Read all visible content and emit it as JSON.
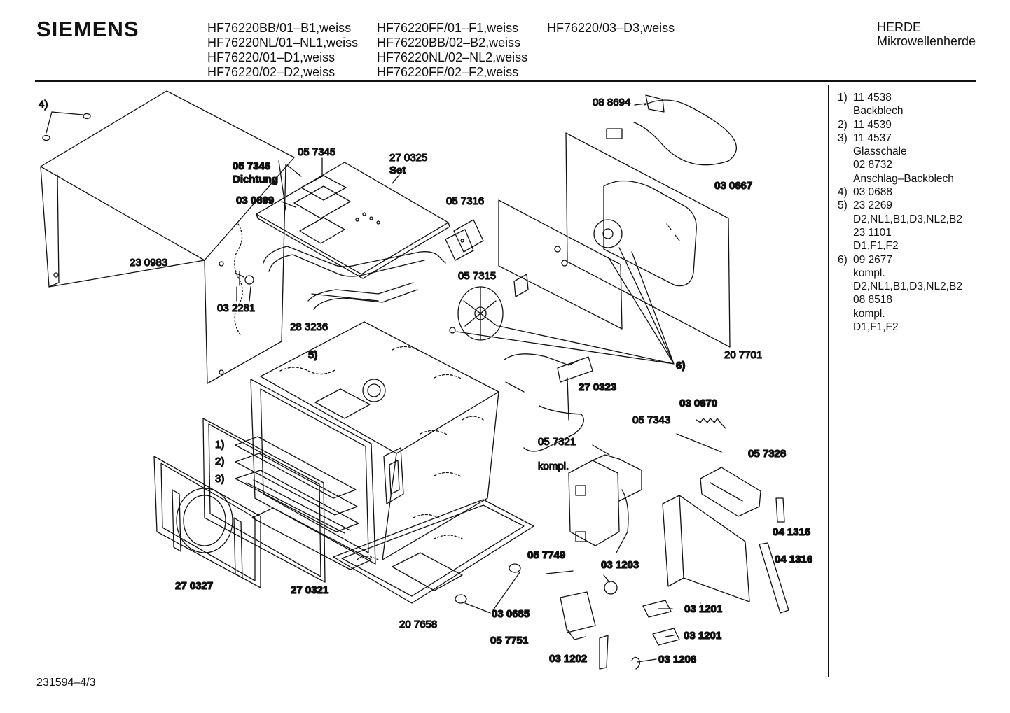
{
  "brand": "SIEMENS",
  "models": {
    "col1": [
      "HF76220BB/01–B1,weiss",
      "HF76220NL/01–NL1,weiss",
      "HF76220/01–D1,weiss",
      "HF76220/02–D2,weiss"
    ],
    "col2": [
      "HF76220FF/01–F1,weiss",
      "HF76220BB/02–B2,weiss",
      "HF76220NL/02–NL2,weiss",
      "HF76220FF/02–F2,weiss"
    ],
    "col3": [
      "HF76220/03–D3,weiss"
    ]
  },
  "category": {
    "line1": "HERDE",
    "line2": "Mikrowellenherde"
  },
  "notes": [
    {
      "num": "1)",
      "text": "11 4538"
    },
    {
      "num": "",
      "text": "Backblech"
    },
    {
      "num": "2)",
      "text": "11 4539"
    },
    {
      "num": "3)",
      "text": "11 4537"
    },
    {
      "num": "",
      "text": "Glasschale"
    },
    {
      "num": "",
      "text": "02 8732"
    },
    {
      "num": "",
      "text": "Anschlag–Backblech"
    },
    {
      "num": "4)",
      "text": "03 0688"
    },
    {
      "num": "5)",
      "text": "23 2269"
    },
    {
      "num": "",
      "text": "D2,NL1,B1,D3,NL2,B2"
    },
    {
      "num": "",
      "text": "23 1101"
    },
    {
      "num": "",
      "text": "D1,F1,F2"
    },
    {
      "num": "6)",
      "text": "09 2677"
    },
    {
      "num": "",
      "text": "kompl."
    },
    {
      "num": "",
      "text": "D2,NL1,B1,D3,NL2,B2"
    },
    {
      "num": "",
      "text": "08 8518"
    },
    {
      "num": "",
      "text": "kompl."
    },
    {
      "num": "",
      "text": "D1,F1,F2"
    }
  ],
  "labels": {
    "p4": "4)",
    "p230983": "23 0983",
    "p057346": "05 7346",
    "dichtung": "Dichtung",
    "p057345": "05 7345",
    "p270325": "27 0325",
    "set": "Set",
    "p030699": "03 0699",
    "p057316": "05 7316",
    "p057315": "05 7315",
    "p032281": "03 2281",
    "p283236": "28 3236",
    "p5": "5)",
    "p088694": "08 8694",
    "p030667": "03 0667",
    "p207701": "20 7701",
    "p6": "6)",
    "p270323": "27 0323",
    "p030670": "03 0670",
    "p057343": "05 7343",
    "p057321": "05 7321",
    "kompl": "kompl.",
    "p057328": "05 7328",
    "p1": "1)",
    "p2": "2)",
    "p3": "3)",
    "p041316a": "04 1316",
    "p041316b": "04 1316",
    "p057749": "05 7749",
    "p031203": "03 1203",
    "p031201a": "03 1201",
    "p031201b": "03 1201",
    "p270327": "27 0327",
    "p270321": "27 0321",
    "p207658": "20 7658",
    "p030685": "03 0685",
    "p057751": "05 7751",
    "p031202": "03 1202",
    "p031206": "03 1206"
  },
  "document_number": "231594–4/3"
}
